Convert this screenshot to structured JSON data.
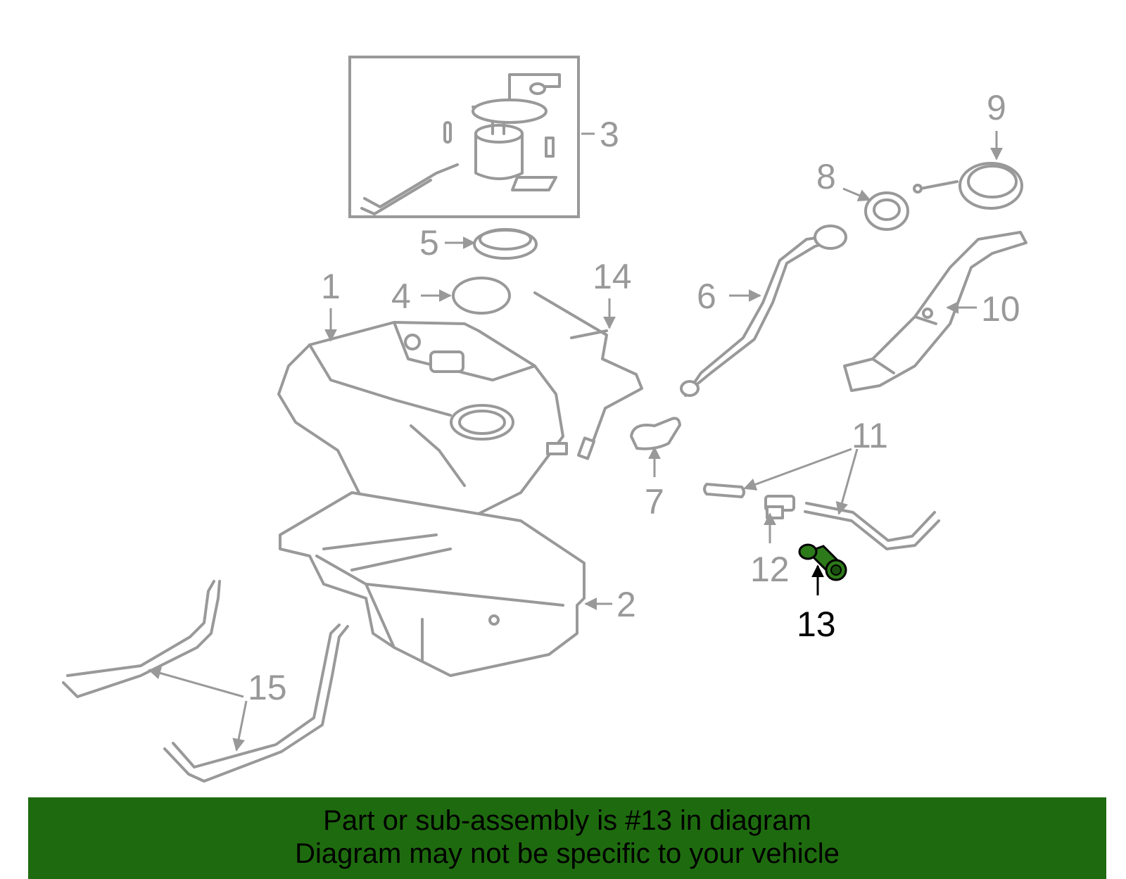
{
  "diagram": {
    "callouts": [
      "1",
      "2",
      "3",
      "4",
      "5",
      "6",
      "7",
      "8",
      "9",
      "10",
      "11",
      "12",
      "13",
      "14",
      "15"
    ],
    "highlighted_callout": "13",
    "highlight_color": "#2d7a1a"
  },
  "banner": {
    "line1": "Part or sub-assembly is #13 in diagram",
    "line2": "Diagram may not be specific to your vehicle",
    "background_color": "#1e6b0f"
  }
}
